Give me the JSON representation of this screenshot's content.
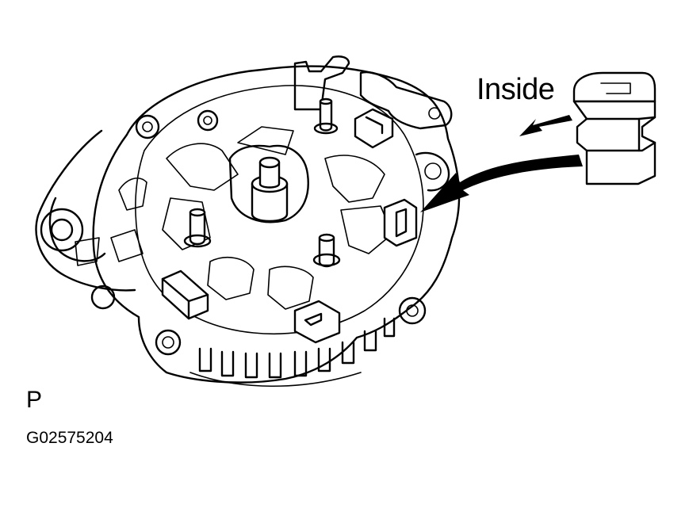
{
  "diagram": {
    "callout_label": "Inside",
    "view_letter": "P",
    "figure_id": "G02575204",
    "subject": "alternator-rear-view",
    "parts": [
      "alternator-housing",
      "rotor-shaft",
      "stud-terminals",
      "terminal-insulators",
      "insulator-detail"
    ]
  }
}
